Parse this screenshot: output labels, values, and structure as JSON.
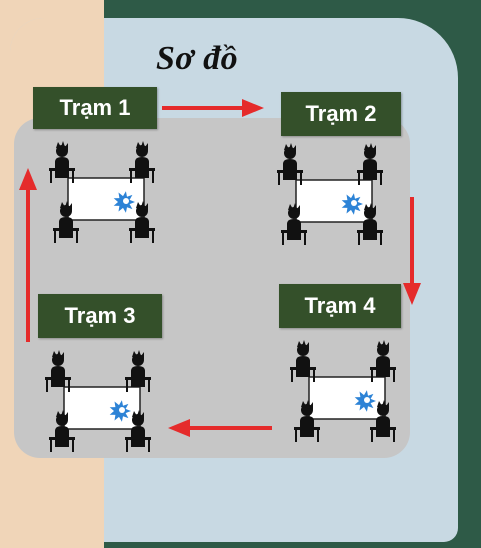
{
  "title": "Sơ đồ",
  "stations": [
    {
      "label": "Trạm 1"
    },
    {
      "label": "Trạm 2"
    },
    {
      "label": "Trạm 3"
    },
    {
      "label": "Trạm 4"
    }
  ],
  "colors": {
    "station_label_bg": "#34502a",
    "arrow": "#e52b2b",
    "table_accent": "#2d83d6",
    "chalkboard": "#2e5a47",
    "panel": "#c8d9e3",
    "gray_area": "#c6c6c6",
    "beige": "#f0d5b8"
  },
  "icons": {
    "student": "person-at-desk-icon",
    "arrow": "flow-arrow-icon",
    "table_logo": "splash-logo-icon"
  }
}
